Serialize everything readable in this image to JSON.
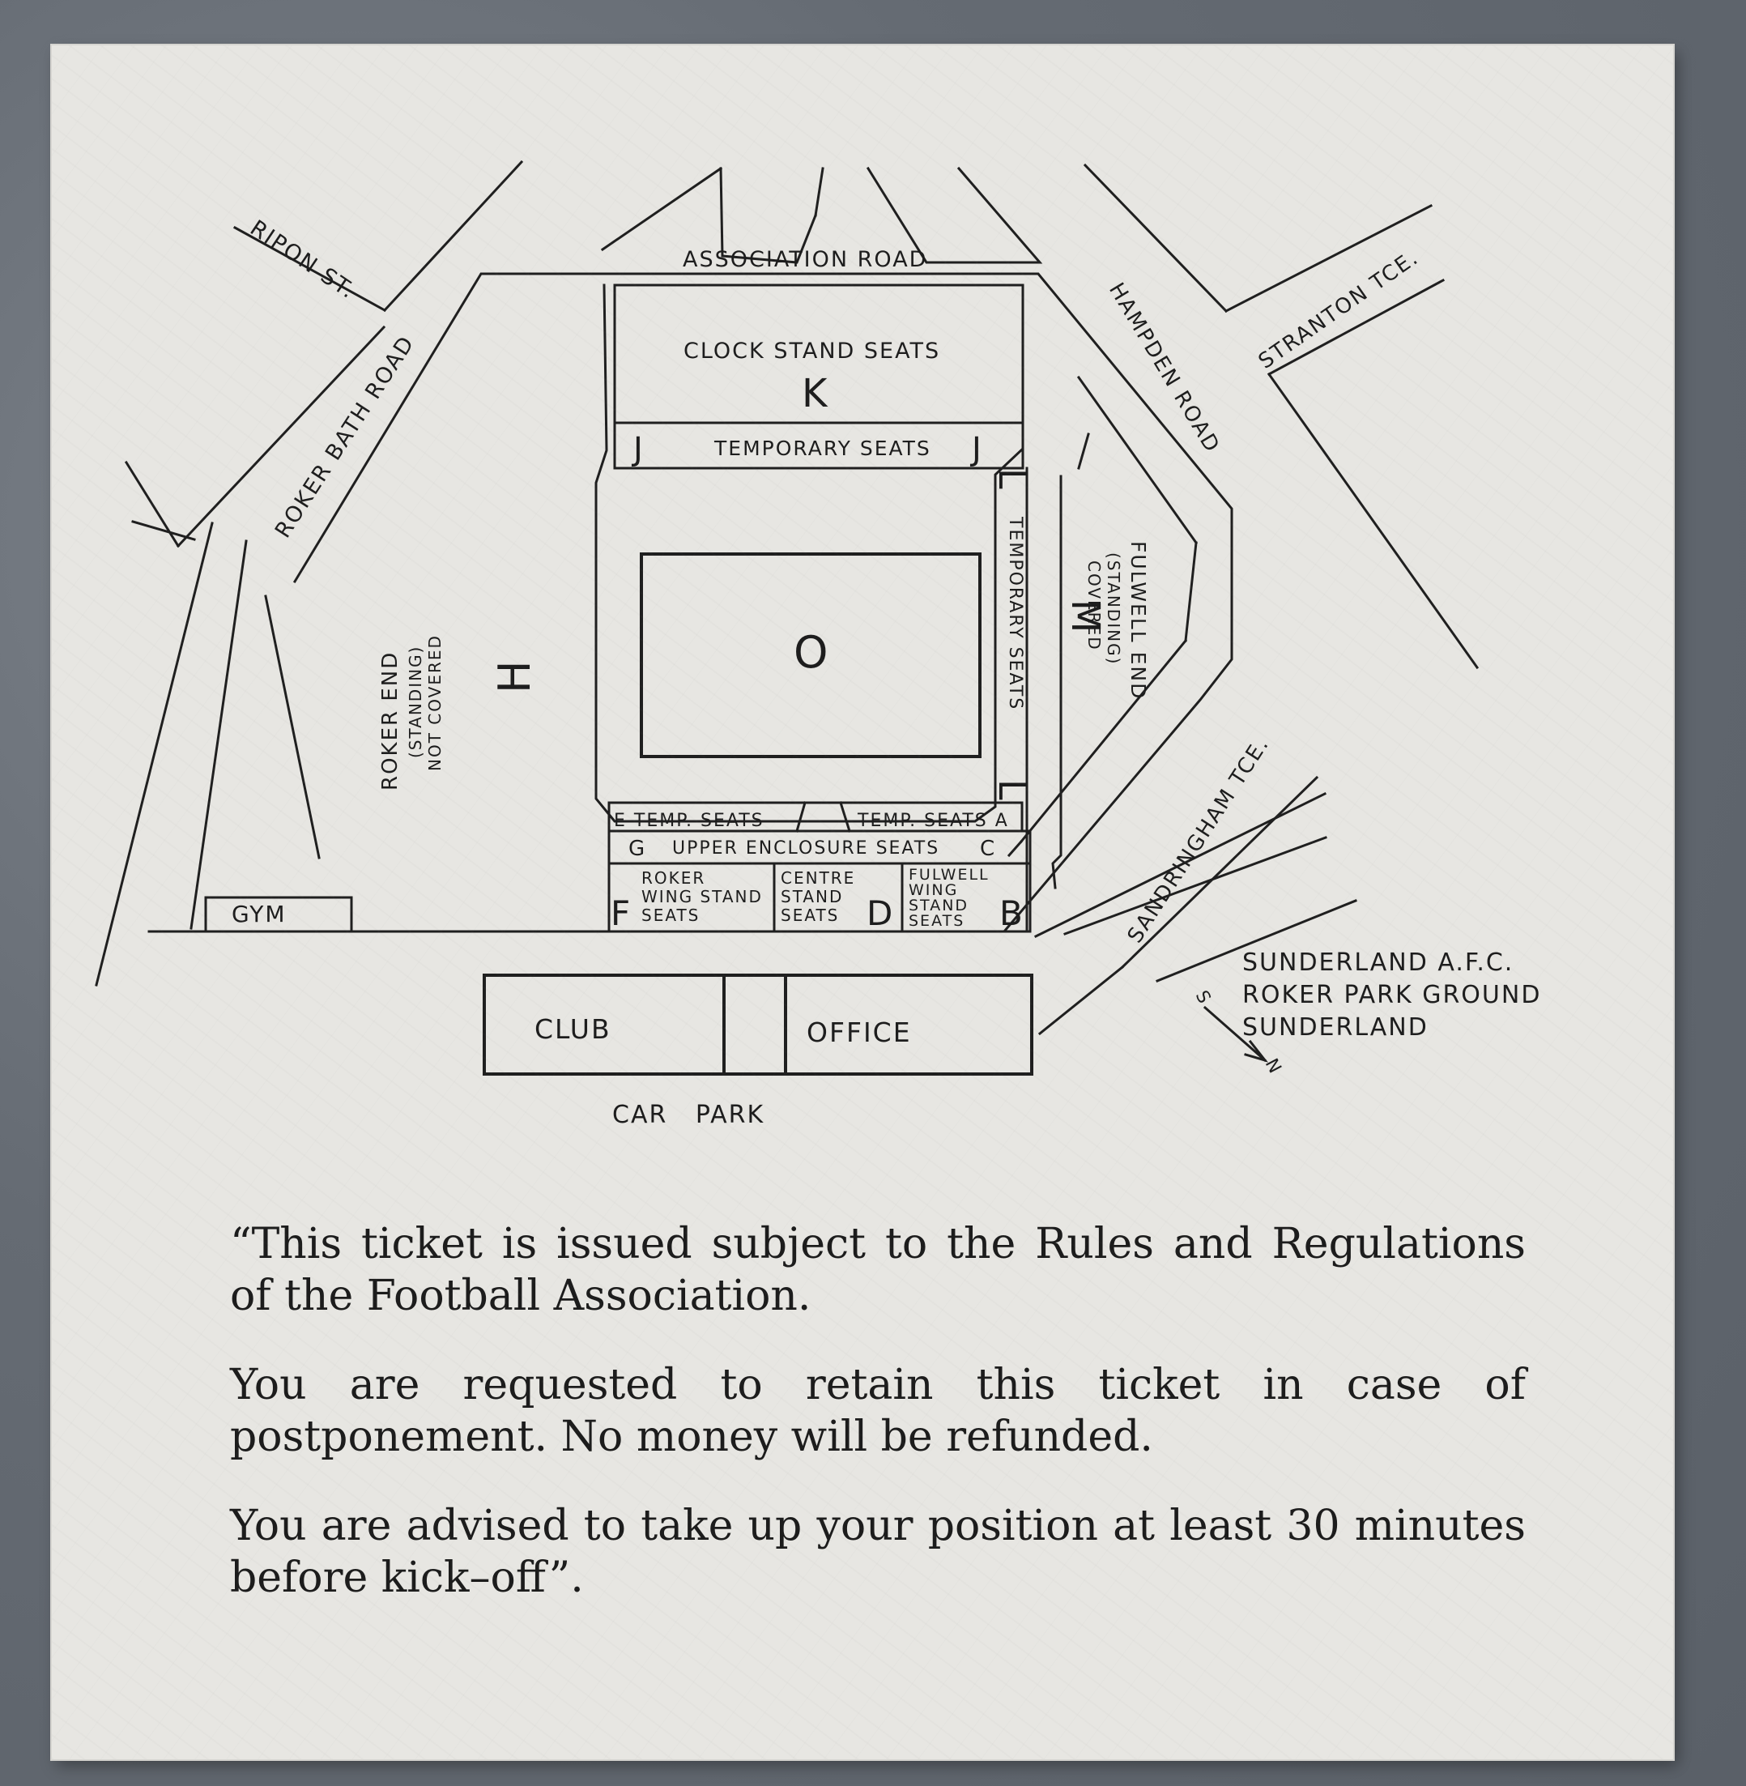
{
  "streets": {
    "ripon_st": "RIPON ST.",
    "association_road": "ASSOCIATION ROAD",
    "hampden_road": "HAMPDEN ROAD",
    "stranton_tce": "STRANTON TCE.",
    "roker_bath_road": "ROKER BATH ROAD",
    "sandringham_tce": "SANDRINGHAM TCE."
  },
  "stands": {
    "clock_stand": "CLOCK STAND SEATS",
    "clock_letter": "K",
    "temp_seats_j_label": "TEMPORARY SEATS",
    "j_letter": "J",
    "roker_end": "ROKER END",
    "roker_end_sub1": "(STANDING)",
    "roker_end_sub2": "NOT COVERED",
    "h_letter": "H",
    "pitch_letter": "O",
    "temporary_seats_l": "TEMPORARY SEATS",
    "l_letter": "L",
    "fulwell_end": "FULWELL END",
    "fulwell_sub1": "(STANDING)",
    "fulwell_sub2": "COVERED",
    "m_letter": "M",
    "e_temp": "E  TEMP. SEATS",
    "temp_a": "TEMP. SEATS  A",
    "g_letter": "G",
    "upper_enclosure": "UPPER ENCLOSURE SEATS",
    "c_letter": "C",
    "f_letter": "F",
    "roker_wing_1": "ROKER",
    "roker_wing_2": "WING STAND",
    "roker_wing_3": "SEATS",
    "centre_1": "CENTRE",
    "centre_2": "STAND",
    "centre_3": "SEATS",
    "d_letter": "D",
    "fulwell_wing_1": "FULWELL",
    "fulwell_wing_2": "WING",
    "fulwell_wing_3": "STAND",
    "fulwell_wing_4": "SEATS",
    "b_letter": "B"
  },
  "buildings": {
    "gym": "GYM",
    "club": "CLUB",
    "office": "OFFICE",
    "car_park": "CAR   PARK"
  },
  "compass": {
    "south": "S",
    "north": "N"
  },
  "ground": {
    "line1": "SUNDERLAND A.F.C.",
    "line2": "ROKER PARK GROUND",
    "line3": "SUNDERLAND"
  },
  "notice": {
    "p1": "“This ticket is issued subject to the Rules and Regulations of the Football Association.",
    "p2": "You are requested to retain this ticket in case of postponement. No money will be refunded.",
    "p3": "You are advised to take up your position at least 30 minutes before kick–off”."
  }
}
